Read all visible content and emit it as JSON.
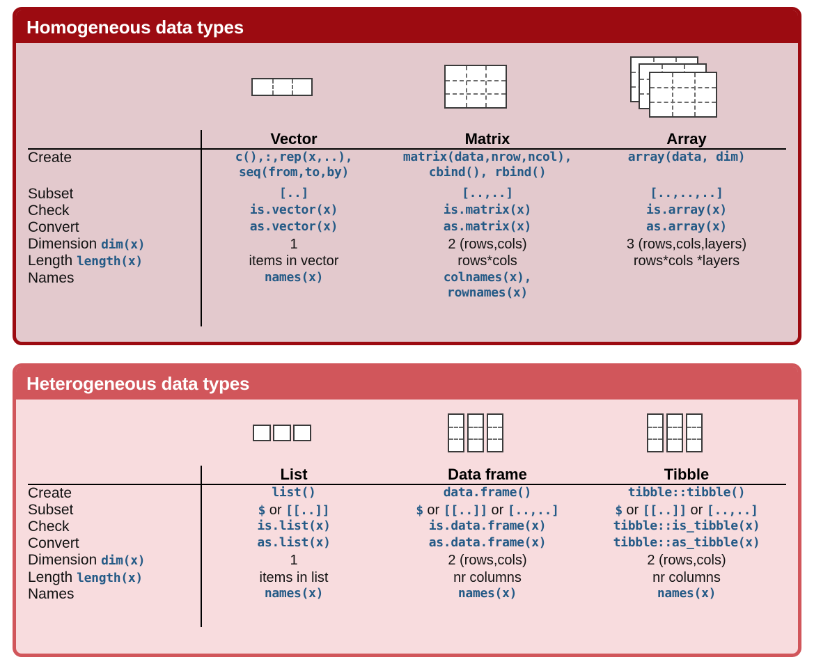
{
  "sections": [
    {
      "key": "homogeneous",
      "title": "Homogeneous data types",
      "header_color": "#9c0b11",
      "body_color": "#e3c9cd",
      "columns": [
        "Vector",
        "Matrix",
        "Array"
      ],
      "icons": [
        "vector-grid-icon",
        "matrix-grid-icon",
        "array-stack-icon"
      ],
      "rows": [
        {
          "label": "Create",
          "label_code": "",
          "cells": [
            [
              "c(),:,rep(x,..),",
              "seq(from,to,by)"
            ],
            [
              "matrix(data,nrow,ncol),",
              "cbind(), rbind()"
            ],
            [
              "array(data, dim)"
            ]
          ],
          "style": "code"
        },
        {
          "label": "Subset",
          "label_code": "",
          "cells": [
            [
              "[..]"
            ],
            [
              "[..,..]"
            ],
            [
              "[..,..,..]"
            ]
          ],
          "style": "code"
        },
        {
          "label": "Check",
          "label_code": "",
          "cells": [
            [
              "is.vector(x)"
            ],
            [
              "is.matrix(x)"
            ],
            [
              "is.array(x)"
            ]
          ],
          "style": "code"
        },
        {
          "label": "Convert",
          "label_code": "",
          "cells": [
            [
              "as.vector(x)"
            ],
            [
              "as.matrix(x)"
            ],
            [
              "as.array(x)"
            ]
          ],
          "style": "code"
        },
        {
          "label": "Dimension",
          "label_code": "dim(x)",
          "cells": [
            [
              "1"
            ],
            [
              "2 (rows,cols)"
            ],
            [
              "3 (rows,cols,layers)"
            ]
          ],
          "style": "plain"
        },
        {
          "label": "Length",
          "label_code": "length(x)",
          "cells": [
            [
              "items in vector"
            ],
            [
              "rows*cols"
            ],
            [
              "rows*cols *layers"
            ]
          ],
          "style": "plain"
        },
        {
          "label": "Names",
          "label_code": "",
          "cells": [
            [
              "names(x)"
            ],
            [
              "colnames(x),",
              "rownames(x)"
            ],
            [
              ""
            ]
          ],
          "style": "code"
        }
      ]
    },
    {
      "key": "heterogeneous",
      "title": "Heterogeneous data types",
      "header_color": "#d1565b",
      "body_color": "#f8dcde",
      "columns": [
        "List",
        "Data frame",
        "Tibble"
      ],
      "icons": [
        "list-boxes-icon",
        "dataframe-columns-icon",
        "tibble-columns-icon"
      ],
      "rows": [
        {
          "label": "Create",
          "label_code": "",
          "cells": [
            [
              "list()"
            ],
            [
              "data.frame()"
            ],
            [
              "tibble::tibble()"
            ]
          ],
          "style": "code"
        },
        {
          "label": "Subset",
          "label_code": "",
          "cells": [
            [
              "$ or [[..]]"
            ],
            [
              "$ or [[..]] or [..,..]"
            ],
            [
              "$ or [[..]] or [..,..]"
            ]
          ],
          "style": "mixed"
        },
        {
          "label": "Check",
          "label_code": "",
          "cells": [
            [
              "is.list(x)"
            ],
            [
              "is.data.frame(x)"
            ],
            [
              "tibble::is_tibble(x)"
            ]
          ],
          "style": "code"
        },
        {
          "label": "Convert",
          "label_code": "",
          "cells": [
            [
              "as.list(x)"
            ],
            [
              "as.data.frame(x)"
            ],
            [
              "tibble::as_tibble(x)"
            ]
          ],
          "style": "code"
        },
        {
          "label": "Dimension",
          "label_code": "dim(x)",
          "cells": [
            [
              "1"
            ],
            [
              "2 (rows,cols)"
            ],
            [
              "2 (rows,cols)"
            ]
          ],
          "style": "plain"
        },
        {
          "label": "Length",
          "label_code": "length(x)",
          "cells": [
            [
              "items in list"
            ],
            [
              "nr columns"
            ],
            [
              "nr columns"
            ]
          ],
          "style": "plain"
        },
        {
          "label": "Names",
          "label_code": "",
          "cells": [
            [
              "names(x)"
            ],
            [
              "names(x)"
            ],
            [
              "names(x)"
            ]
          ],
          "style": "code"
        }
      ]
    }
  ],
  "colors": {
    "code_blue": "#245a86",
    "dark_red": "#9c0b11",
    "light_red": "#d1565b",
    "dark_pink_bg": "#e3c9cd",
    "light_pink_bg": "#f8dcde",
    "text_black": "#111111"
  }
}
